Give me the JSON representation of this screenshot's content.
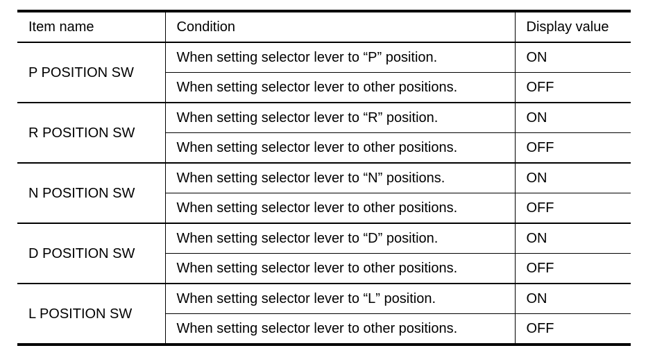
{
  "table": {
    "headers": {
      "item_name": "Item name",
      "condition": "Condition",
      "display_value": "Display value"
    },
    "groups": [
      {
        "item": "P POSITION SW",
        "rows": [
          {
            "condition": "When setting selector lever to “P” position.",
            "value": "ON"
          },
          {
            "condition": "When setting selector lever to other positions.",
            "value": "OFF"
          }
        ]
      },
      {
        "item": "R POSITION SW",
        "rows": [
          {
            "condition": "When setting selector lever to “R” position.",
            "value": "ON"
          },
          {
            "condition": "When setting selector lever to other positions.",
            "value": "OFF"
          }
        ]
      },
      {
        "item": "N POSITION SW",
        "rows": [
          {
            "condition": "When setting selector lever to “N” positions.",
            "value": "ON"
          },
          {
            "condition": "When setting selector lever to other positions.",
            "value": "OFF"
          }
        ]
      },
      {
        "item": "D POSITION SW",
        "rows": [
          {
            "condition": "When setting selector lever to “D” position.",
            "value": "ON"
          },
          {
            "condition": "When setting selector lever to other positions.",
            "value": "OFF"
          }
        ]
      },
      {
        "item": "L POSITION SW",
        "rows": [
          {
            "condition": "When setting selector lever to “L” position.",
            "value": "ON"
          },
          {
            "condition": "When setting selector lever to other positions.",
            "value": "OFF"
          }
        ]
      }
    ]
  }
}
